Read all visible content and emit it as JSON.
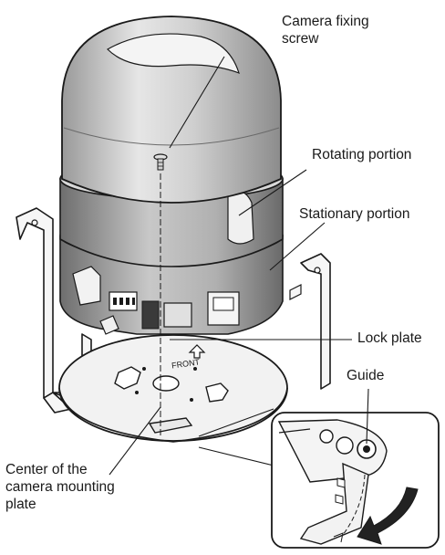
{
  "labels": {
    "camera_fixing_screw": "Camera fixing\nscrew",
    "rotating_portion": "Rotating portion",
    "stationary_portion": "Stationary portion",
    "lock_plate": "Lock plate",
    "guide": "Guide",
    "center_mounting_plate": "Center of the\ncamera mounting\nplate",
    "front_marking": "FRONT"
  },
  "colors": {
    "line": "#1a1a1a",
    "dome_dark": "#8a8a8a",
    "dome_mid": "#c9c9c9",
    "dome_light": "#efefef",
    "body_dark": "#7a7a7a",
    "body_mid": "#bdbdbd",
    "metal": "#f4f4f4",
    "arrow": "#222222"
  },
  "icons": [
    "curved-arrow-icon"
  ]
}
